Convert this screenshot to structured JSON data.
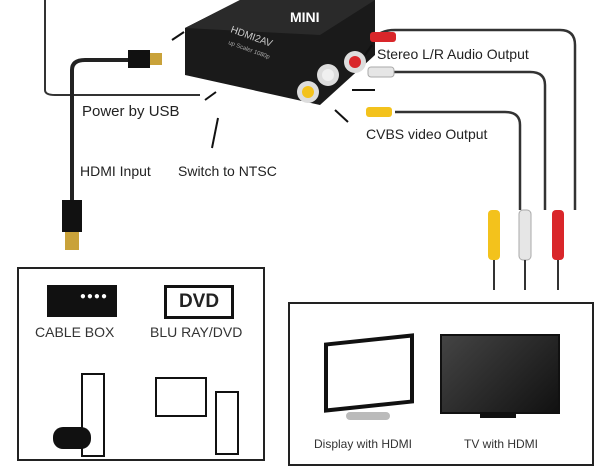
{
  "device": {
    "brand": "MINI",
    "model": "HDMI2AV",
    "subtitle": "up Scaler 1080p"
  },
  "labels": {
    "stereo": "Stereo L/R Audio Output",
    "usb": "Power by USB",
    "cvbs": "CVBS video Output",
    "hdmi_in": "HDMI Input",
    "ntsc": "Switch to NTSC"
  },
  "sources": {
    "cable_box": "CABLE BOX",
    "dvd_badge": "DVD",
    "bluray": "BLU RAY/DVD"
  },
  "displays": {
    "monitor": "Display with HDMI",
    "tv": "TV with HDMI"
  },
  "colors": {
    "red": "#d9262a",
    "yellow": "#f3c21c",
    "white": "#e6e6e6",
    "body": "#1a1a1a"
  }
}
